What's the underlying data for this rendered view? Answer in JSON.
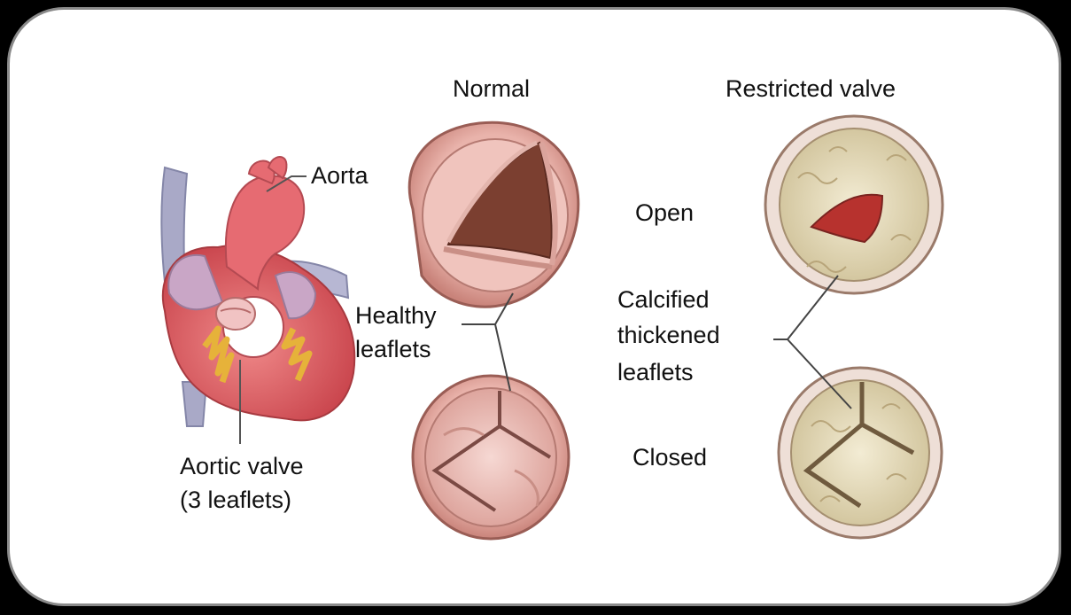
{
  "headings": {
    "normal": "Normal",
    "restricted": "Restricted valve"
  },
  "labels": {
    "aorta": "Aorta",
    "open": "Open",
    "closed": "Closed",
    "healthy_line1": "Healthy",
    "healthy_line2": "leaflets",
    "calcified_line1": "Calcified",
    "calcified_line2": "thickened",
    "calcified_line3": "leaflets",
    "aortic_line1": "Aortic valve",
    "aortic_line2": "(3 leaflets)"
  }
}
